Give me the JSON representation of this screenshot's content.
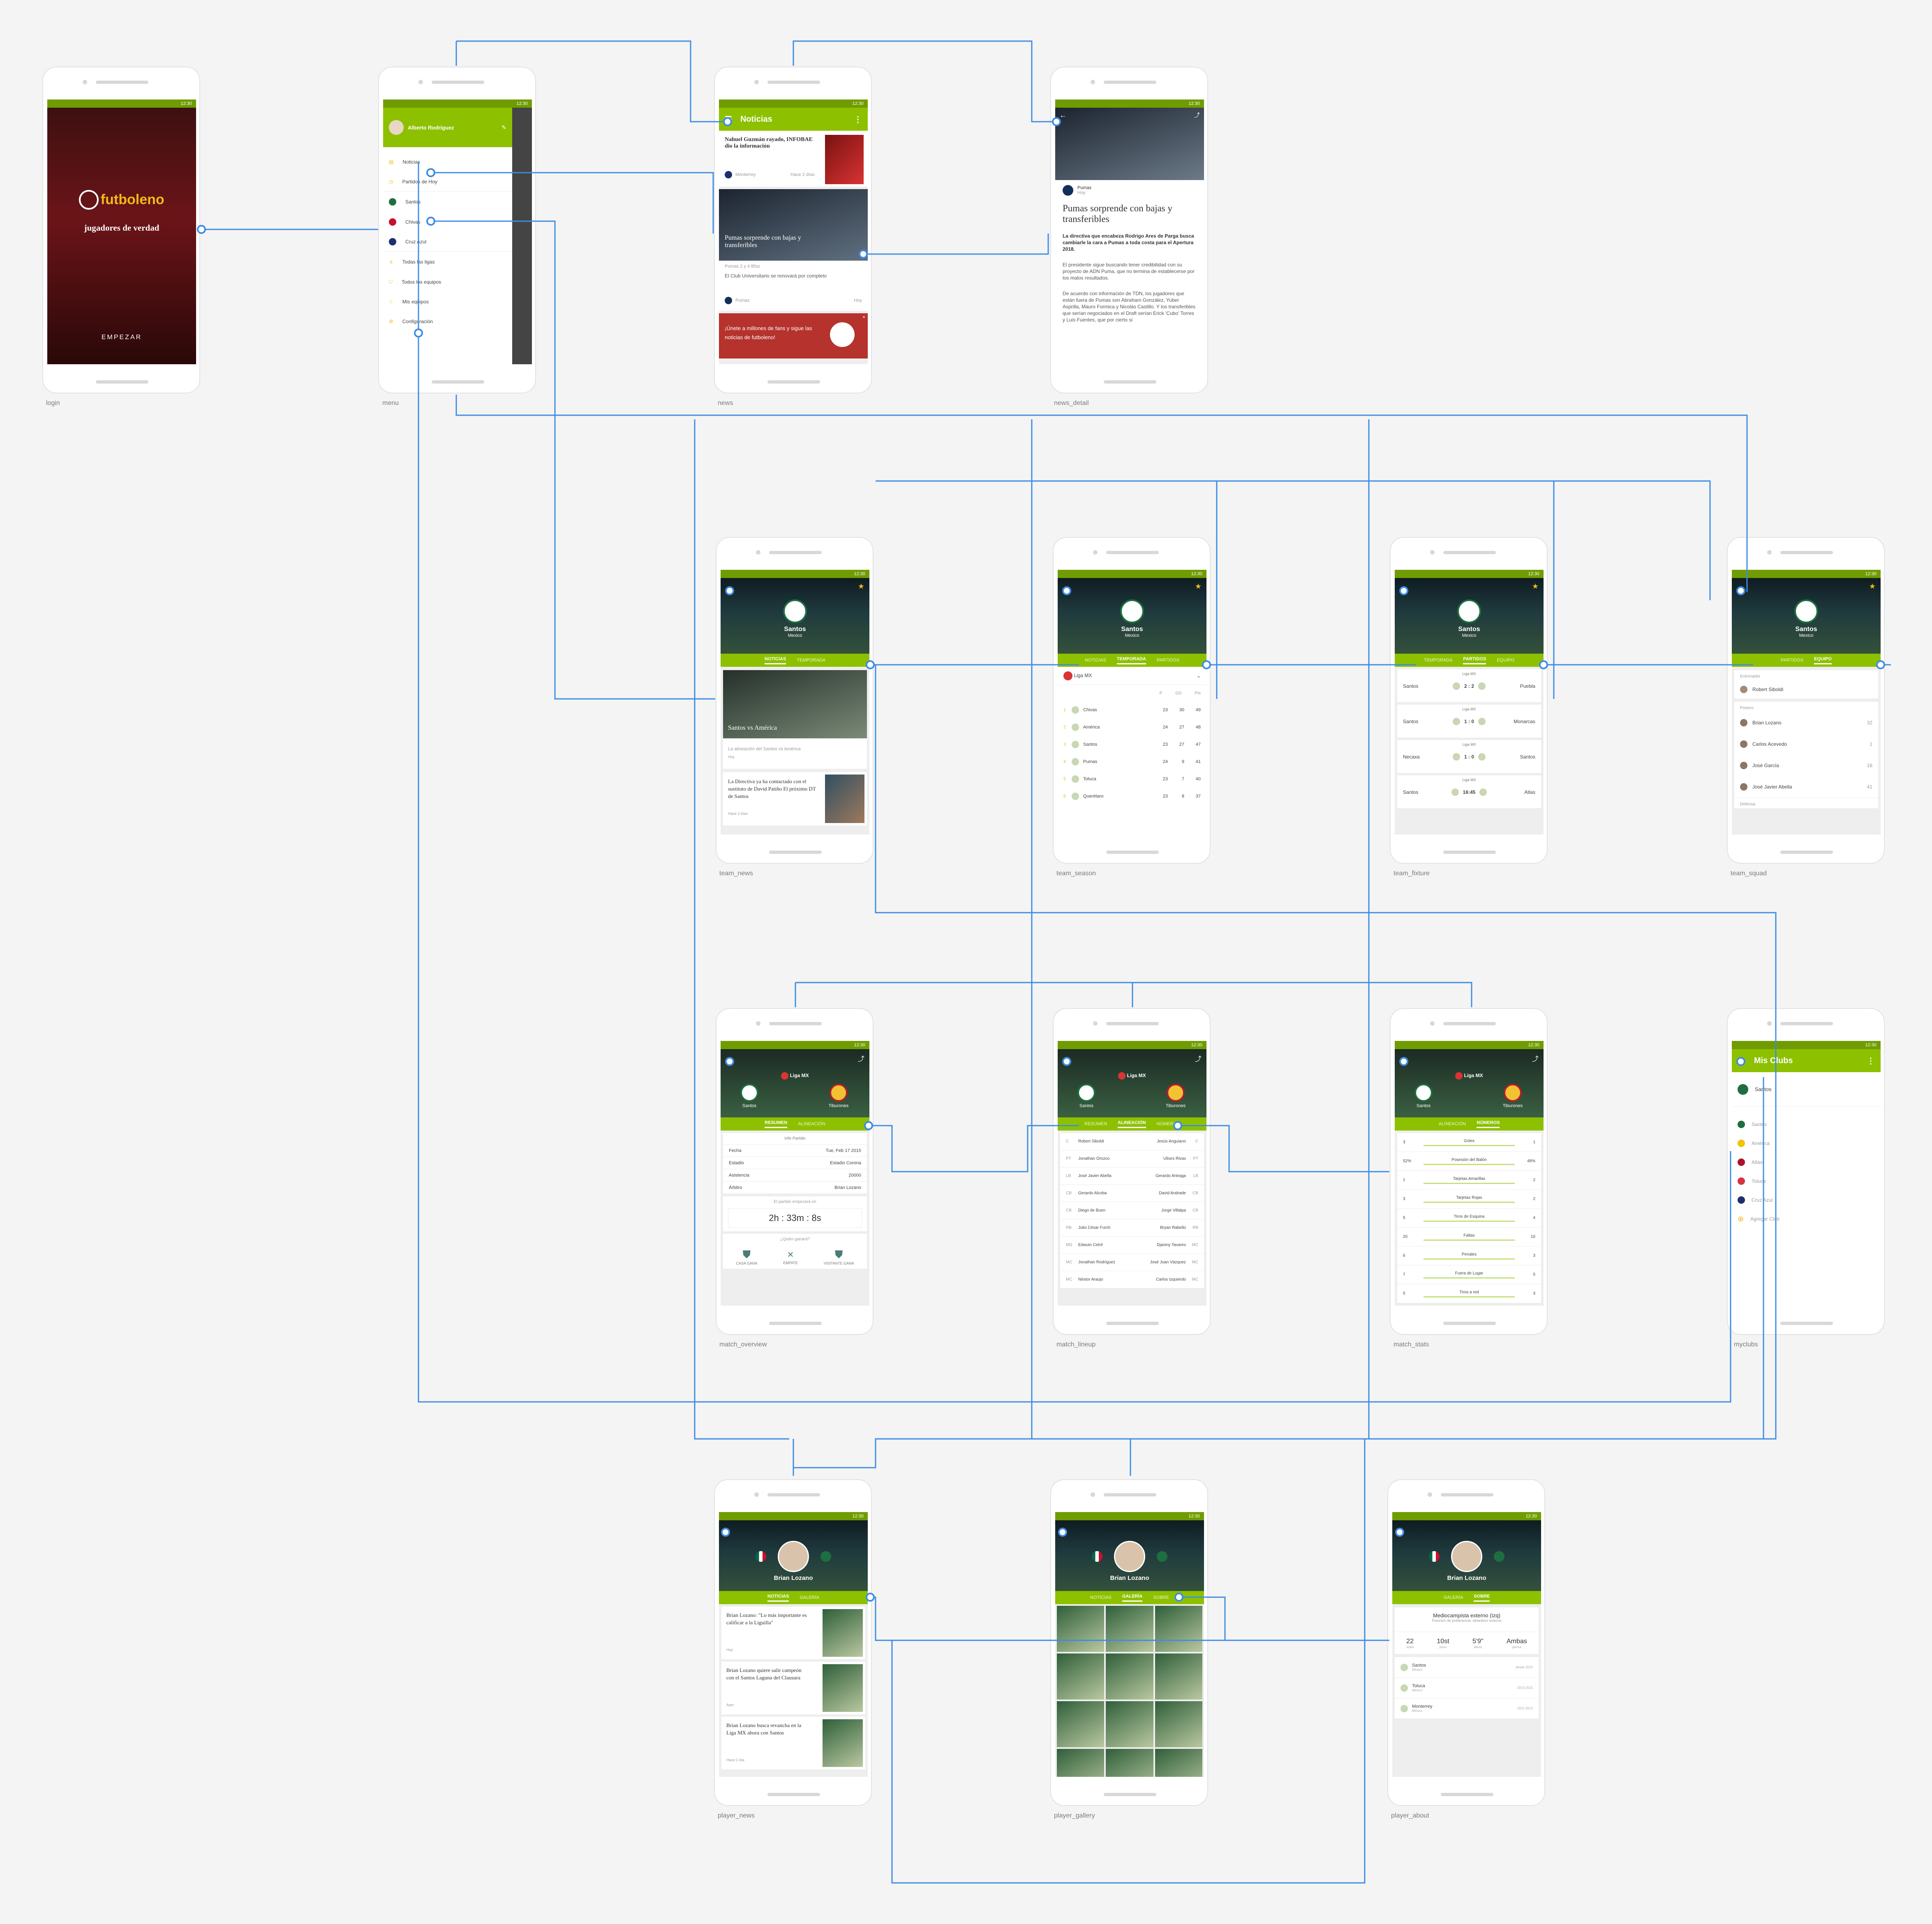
{
  "status_time": "12:30",
  "screens": {
    "login": {
      "label": "login",
      "brand": "futboleno",
      "tagline": "jugadores de verdad",
      "cta": "EMPEZAR"
    },
    "menu": {
      "label": "menu",
      "user_name": "Alberto Rodriguez",
      "items_top": [
        "Noticias",
        "Partidos de Hoy"
      ],
      "items_clubs": [
        "Santos",
        "Chivas",
        "Cruz Azul"
      ],
      "items_bottom": [
        "Todas las ligas",
        "Todos los equipos",
        "Mis equipos",
        "Configuración"
      ]
    },
    "news": {
      "label": "news",
      "title": "Noticias",
      "item1_title": "Nahuel Guzmán rayado, INFOBAE dio la información",
      "item1_source": "Monterrey",
      "item1_time": "Hace 2 días",
      "item2_title": "Pumas sorprende con bajas y transferibles",
      "item2_meta": "Pumas 2 y 4 Bfaz",
      "item2_sub": "El Club Universitario se renovará por completo",
      "item2_source": "Pumas",
      "item2_time": "Hoy",
      "promo": "¡Únete a millones de fans y sigue las noticias de futboleno!"
    },
    "news_detail": {
      "label": "news_detail",
      "source": "Pumas",
      "time": "Hoy",
      "title": "Pumas sorprende con bajas y transferibles",
      "lead": "La directiva que encabeza Rodrigo Ares de Parga busca cambiarle la cara a Pumas a toda costa para el Apertura 2018.",
      "p1": "El presidente sigue buscando tener credibilidad con su proyecto de ADN Puma, que no termina de establecerse por los malos resultados.",
      "p2": "De acuerdo con información de TDN, los jugadores que están fuera de Pumas son Abraham González, Yuber Asprilla, Mauro Formica y Nicolás Castillo. Y los transferibles que serían negociados en el Draft serían Erick 'Cubo' Torres y Luis Fuentes, que por cierto si"
    },
    "team_news": {
      "label": "team_news",
      "team": "Santos",
      "country": "Mexico",
      "tabs": [
        "NOTICIAS",
        "TEMPORADA"
      ],
      "story1_title": "Santos vs América",
      "story1_sub": "La alineación del Santos vs América",
      "story1_time": "Hoy",
      "story2_title": "La Directiva ya ha contactado con el sustituto de David Patiño El próximo DT de Santos",
      "story2_time": "Hace 2 días"
    },
    "team_season": {
      "label": "team_season",
      "team": "Santos",
      "country": "Mexico",
      "tabs": [
        "NOTICIAS",
        "TEMPORADA",
        "PARTIDOS"
      ],
      "league": "Liga MX",
      "cols": [
        "P",
        "GD",
        "Pts"
      ],
      "rows": [
        [
          "1",
          "Chivas",
          "23",
          "30",
          "49"
        ],
        [
          "2",
          "América",
          "24",
          "27",
          "48"
        ],
        [
          "3",
          "Santos",
          "23",
          "27",
          "47"
        ],
        [
          "4",
          "Pumas",
          "24",
          "9",
          "41"
        ],
        [
          "5",
          "Toluca",
          "23",
          "7",
          "40"
        ],
        [
          "6",
          "Querétaro",
          "23",
          "8",
          "37"
        ]
      ]
    },
    "team_fixture": {
      "label": "team_fixture",
      "team": "Santos",
      "country": "Mexico",
      "tabs": [
        "TEMPORADA",
        "PARTIDOS",
        "EQUIPO"
      ],
      "league": "Liga MX",
      "matches": [
        [
          "Santos",
          "2 : 2",
          "Puebla"
        ],
        [
          "Santos",
          "1 : 0",
          "Monarcas"
        ],
        [
          "Necaxa",
          "1 : 0",
          "Santos"
        ],
        [
          "Santos",
          "16:45",
          "Atlas"
        ]
      ]
    },
    "team_squad": {
      "label": "team_squad",
      "team": "Santos",
      "country": "Mexico",
      "tabs": [
        "PARTIDOS",
        "EQUIPO"
      ],
      "coach_header": "Entrenador",
      "coach": "Robert Siboldi",
      "gk_header": "Portero",
      "players": [
        [
          "Brian Lozano",
          "32"
        ],
        [
          "Carlos Acevedo",
          "1"
        ],
        [
          "José García",
          "16"
        ],
        [
          "José Javier Abella",
          "41"
        ]
      ],
      "def_header": "Defensa"
    },
    "match_overview": {
      "label": "match_overview",
      "league": "Liga MX",
      "home": "Santos",
      "away": "Tiburones",
      "tabs": [
        "RESUMEN",
        "ALINEACIÓN"
      ],
      "info_header": "Info Partido",
      "info": [
        [
          "Fecha",
          "Tue, Feb 17 2015"
        ],
        [
          "Estadio",
          "Estadio Corona"
        ],
        [
          "Asistencia",
          "20000"
        ],
        [
          "Árbitro",
          "Brian Lozano"
        ]
      ],
      "countdown_label": "El partido empezará en",
      "countdown": "2h : 33m : 8s",
      "vote_q": "¿Quién ganará?",
      "vote": [
        "CASA GANA",
        "EMPATE",
        "VISITANTE GANA"
      ]
    },
    "match_lineup": {
      "label": "match_lineup",
      "league": "Liga MX",
      "home": "Santos",
      "away": "Tiburones",
      "tabs": [
        "RESUMEN",
        "ALINEACIÓN",
        "NÚMEROS"
      ],
      "rows": [
        [
          "C",
          "Robert Siboldi",
          "Jesús Anguiano",
          "C"
        ],
        [
          "PT",
          "Jonathan Orozco",
          "Ulises Rivas",
          "PT"
        ],
        [
          "LB",
          "José Javier Abella",
          "Gerardo Arteaga",
          "LB"
        ],
        [
          "CB",
          "Gerardo Alcoba",
          "David Andrade",
          "CB"
        ],
        [
          "CB",
          "Diego de Buen",
          "Jorge Villalpa",
          "CB"
        ],
        [
          "RB",
          "Julio César Furch",
          "Bryan Rabello",
          "RB"
        ],
        [
          "MD",
          "Edwuin Cetré",
          "Djaniny Tavares",
          "MC"
        ],
        [
          "MC",
          "Jonathan Rodríguez",
          "José Juan Vázquez",
          "MC"
        ],
        [
          "MC",
          "Néstor Araujo",
          "Carlos Izquierdo",
          "MC"
        ]
      ]
    },
    "match_stats": {
      "label": "match_stats",
      "league": "Liga MX",
      "home": "Santos",
      "away": "Tiburones",
      "tabs": [
        "ALINEACIÓN",
        "NÚMEROS"
      ],
      "rows": [
        [
          "3",
          "Goles",
          "1"
        ],
        [
          "52%",
          "Posesión del Balón",
          "48%"
        ],
        [
          "1",
          "Tarjetas Amarillas",
          "2"
        ],
        [
          "3",
          "Tarjetas Rojas",
          "2"
        ],
        [
          "5",
          "Tiros de Esquina",
          "4"
        ],
        [
          "20",
          "Faltas",
          "10"
        ],
        [
          "6",
          "Penales",
          "3"
        ],
        [
          "7",
          "Fuera de Lugar",
          "5"
        ],
        [
          "5",
          "Tiros a red",
          "3"
        ]
      ]
    },
    "myclubs": {
      "label": "myclubs",
      "title": "Mis Clubs",
      "fav": "Santos",
      "clubs": [
        "Santos",
        "América",
        "Atlas",
        "Toluca",
        "Cruz Azul"
      ],
      "add": "Agregar Club"
    },
    "player_news": {
      "label": "player_news",
      "player": "Brian Lozano",
      "tabs": [
        "NOTICIAS",
        "GALERÍA"
      ],
      "stories": [
        [
          "Brian Lozano: \"Lo más importante es calificar a la Liguilla\"",
          "Hoy"
        ],
        [
          "Brian Lozano quiere salir campeón con el Santos Laguna del Clausura",
          "Ayer"
        ],
        [
          "Brian Lozano busca revancha en la Liga MX ahora con Santos",
          "Hace 1 día"
        ]
      ]
    },
    "player_gallery": {
      "label": "player_gallery",
      "player": "Brian Lozano",
      "tabs": [
        "NOTICIAS",
        "GALERÍA",
        "SOBRE"
      ]
    },
    "player_about": {
      "label": "player_about",
      "player": "Brian Lozano",
      "tabs": [
        "GALERÍA",
        "SOBRE"
      ],
      "position": "Mediocampista externo (Izq)",
      "pos_sub": "Posición de preferencia: delantero externo",
      "facts": [
        [
          "22",
          "edad"
        ],
        [
          "10st",
          "peso"
        ],
        [
          "5'9\"",
          "altura"
        ],
        [
          "Ambas",
          "pierna"
        ]
      ],
      "clubs": [
        [
          "Santos",
          "México",
          "desde 2015"
        ],
        [
          "Toluca",
          "México",
          "2013-2015"
        ],
        [
          "Monterrey",
          "México",
          "2011-2013"
        ]
      ]
    }
  },
  "colors": {
    "primary": "#8dc100",
    "status": "#6f9c00",
    "wire": "#3d8ce4"
  }
}
